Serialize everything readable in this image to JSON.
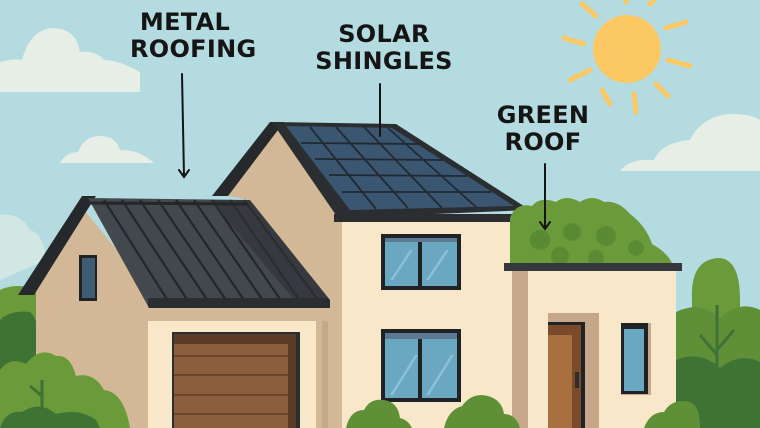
{
  "scene": {
    "description": "Illustrated house showing three eco roofing types",
    "colors": {
      "sky": "#b3dbe0",
      "cloud": "#e6eee6",
      "sun": "#fbc864",
      "wall_tan": "#d2b896",
      "wall_cream": "#f8e7c8",
      "roof_dark": "#2b2e31",
      "metal_panel": "#44494e",
      "solar_panel": "#3b5670",
      "glass": "#6aa8c2",
      "garage_door": "#8a5e3c",
      "front_door": "#a8703f",
      "foliage_light": "#6a9a3a",
      "foliage_dark": "#3f7336"
    }
  },
  "labels": {
    "metal_roofing": {
      "line1": "METAL",
      "line2": "ROOFING"
    },
    "solar_shingles": {
      "line1": "SOLAR",
      "line2": "SHINGLES"
    },
    "green_roof": {
      "line1": "GREEN",
      "line2": "ROOF"
    }
  }
}
